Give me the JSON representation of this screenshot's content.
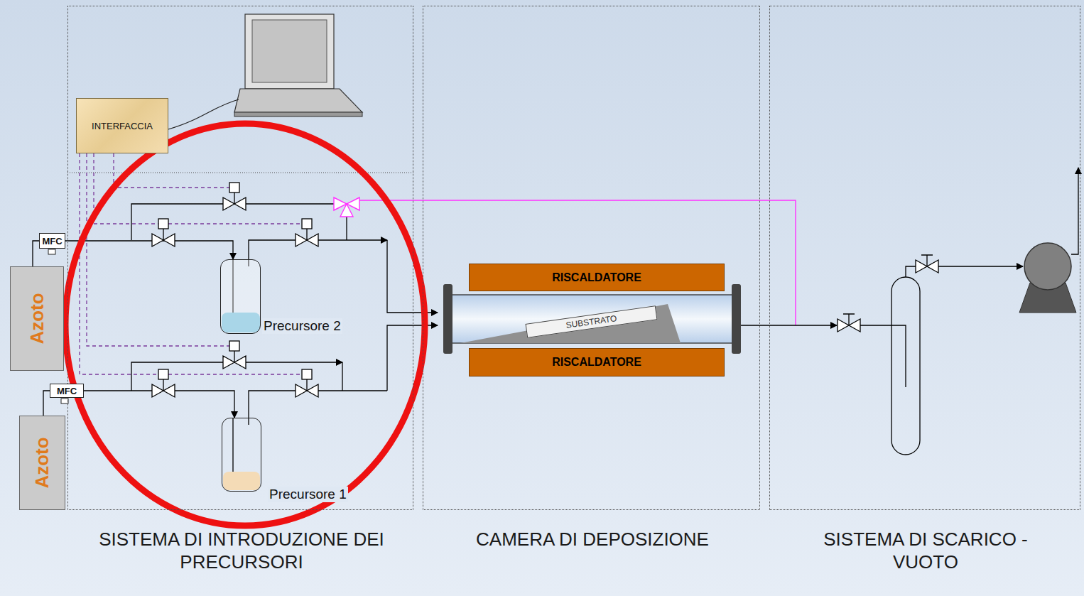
{
  "diagram": {
    "nodes": [
      {
        "text": [
          "SISTEMA DI INTRODUZIONE DEI PRECURSORI"
        ]
      },
      {
        "text": [
          "CAMERA DI DEPOSIZIONE"
        ]
      },
      {
        "text": [
          "SISTEMA DI SCARICO - VUOTO"
        ]
      },
      {
        "text": [
          "INTERFACCIA"
        ],
        "in": 0
      },
      {
        "text": [
          "Precursore 2"
        ],
        "in": 0
      },
      {
        "text": [
          "Precursore 1"
        ],
        "in": 0
      },
      {
        "text": [
          "MFC"
        ]
      },
      {
        "text": [
          "Azoto"
        ]
      },
      {
        "text": [
          "MFC"
        ]
      },
      {
        "text": [
          "Azoto"
        ]
      },
      {
        "text": [
          "RISCALDATORE"
        ],
        "in": 1
      },
      {
        "text": [
          "RISCALDATORE"
        ],
        "in": 1
      },
      {
        "text": [
          "SUBSTRATO"
        ],
        "in": 1
      }
    ],
    "edges": [
      {
        "from": 7,
        "to": 6,
        "arrow": "none"
      },
      {
        "from": 9,
        "to": 8,
        "arrow": "none"
      },
      {
        "from": 6,
        "to": 4,
        "arrow": "to"
      },
      {
        "from": 8,
        "to": 5,
        "arrow": "to"
      }
    ]
  }
}
